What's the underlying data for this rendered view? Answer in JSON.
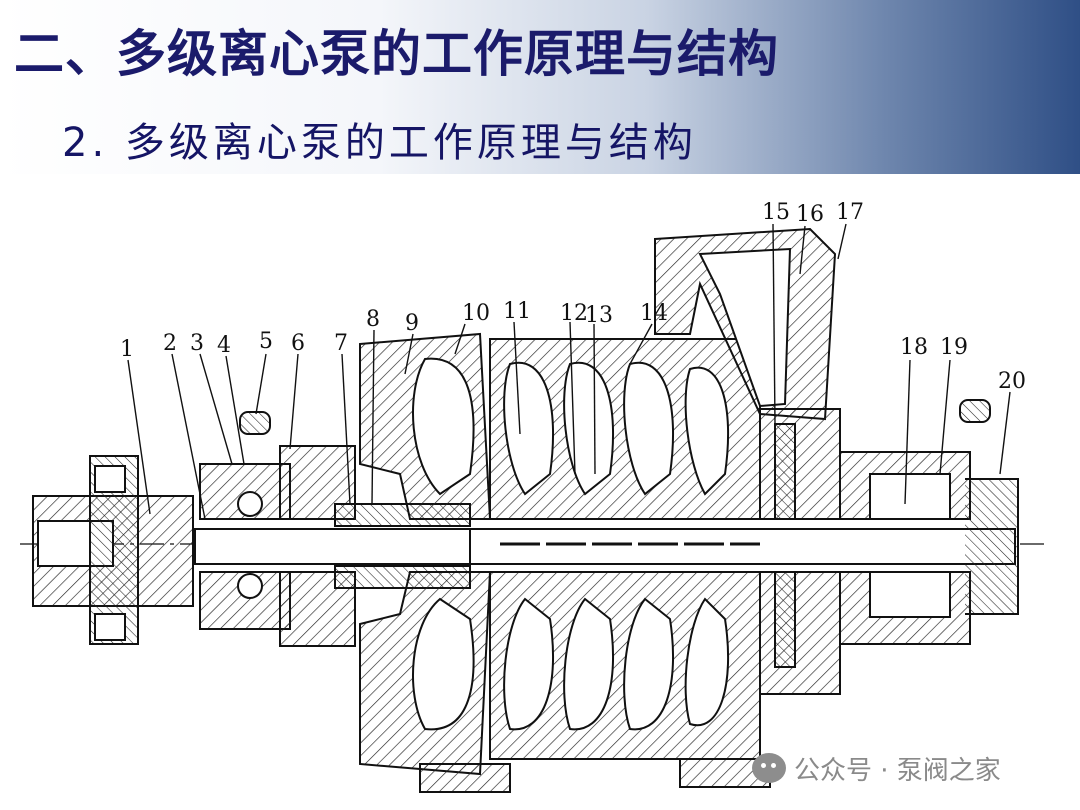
{
  "slide": {
    "title": "二、多级离心泵的工作原理与结构",
    "subtitle": "2. 多级离心泵的工作原理与结构"
  },
  "diagram": {
    "part_labels": [
      "1",
      "2",
      "3",
      "4",
      "5",
      "6",
      "7",
      "8",
      "9",
      "10",
      "11",
      "12",
      "13",
      "14",
      "15",
      "16",
      "17",
      "18",
      "19",
      "20"
    ]
  },
  "watermark": {
    "icon": "wechat-icon",
    "text": "公众号 · 泵阀之家"
  },
  "colors": {
    "title_text": "#1b1b6b",
    "header_gradient_end": "#2f4f86",
    "line": "#111111"
  }
}
